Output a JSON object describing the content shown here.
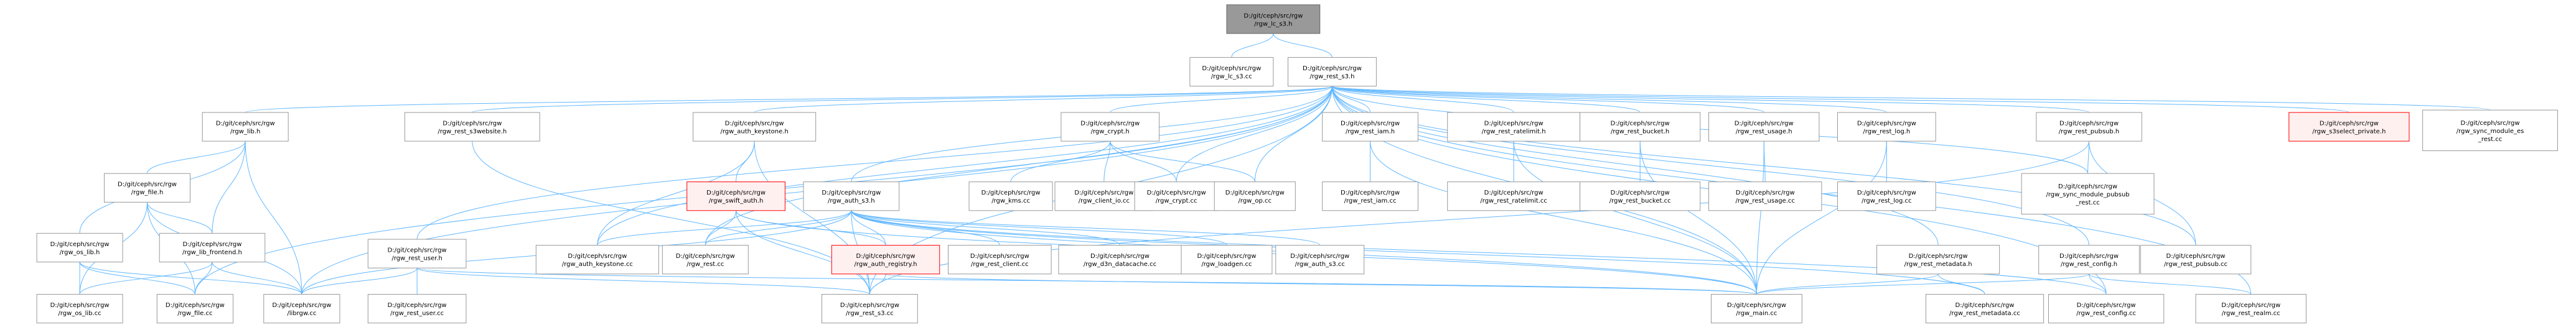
{
  "colors": {
    "edge": "#63b8ff",
    "node_border": "#999999",
    "node_fill": "#ffffff",
    "root_fill": "#999999",
    "root_border": "#666666",
    "highlight_border": "#ff0000",
    "highlight_fill": "#fff0f0"
  },
  "nodes": [
    {
      "id": "n0",
      "lines": [
        "D:/git/ceph/src/rgw",
        "/rgw_lc_s3.h"
      ],
      "style": "root"
    },
    {
      "id": "n1",
      "lines": [
        "D:/git/ceph/src/rgw",
        "/rgw_lc_s3.cc"
      ],
      "style": "normal"
    },
    {
      "id": "n2",
      "lines": [
        "D:/git/ceph/src/rgw",
        "/rgw_rest_s3.h"
      ],
      "style": "normal"
    },
    {
      "id": "n3",
      "lines": [
        "D:/git/ceph/src/rgw",
        "/rgw_lib.h"
      ],
      "style": "normal"
    },
    {
      "id": "n4",
      "lines": [
        "D:/git/ceph/src/rgw",
        "/rgw_rest_s3website.h"
      ],
      "style": "normal"
    },
    {
      "id": "n5",
      "lines": [
        "D:/git/ceph/src/rgw",
        "/rgw_auth_keystone.h"
      ],
      "style": "normal"
    },
    {
      "id": "n6",
      "lines": [
        "D:/git/ceph/src/rgw",
        "/rgw_crypt.h"
      ],
      "style": "normal"
    },
    {
      "id": "n7",
      "lines": [
        "D:/git/ceph/src/rgw",
        "/rgw_rest_iam.h"
      ],
      "style": "normal"
    },
    {
      "id": "n8",
      "lines": [
        "D:/git/ceph/src/rgw",
        "/rgw_rest_ratelimit.h"
      ],
      "style": "normal"
    },
    {
      "id": "n9",
      "lines": [
        "D:/git/ceph/src/rgw",
        "/rgw_rest_bucket.h"
      ],
      "style": "normal"
    },
    {
      "id": "n10",
      "lines": [
        "D:/git/ceph/src/rgw",
        "/rgw_rest_usage.h"
      ],
      "style": "normal"
    },
    {
      "id": "n11",
      "lines": [
        "D:/git/ceph/src/rgw",
        "/rgw_rest_log.h"
      ],
      "style": "normal"
    },
    {
      "id": "n12",
      "lines": [
        "D:/git/ceph/src/rgw",
        "/rgw_rest_pubsub.h"
      ],
      "style": "normal"
    },
    {
      "id": "n13",
      "lines": [
        "D:/git/ceph/src/rgw",
        "/rgw_s3select_private.h"
      ],
      "style": "highlight"
    },
    {
      "id": "n14",
      "lines": [
        "D:/git/ceph/src/rgw",
        "/rgw_sync_module_es",
        "_rest.cc"
      ],
      "style": "normal"
    },
    {
      "id": "n15",
      "lines": [
        "D:/git/ceph/src/rgw",
        "/rgw_file.h"
      ],
      "style": "normal"
    },
    {
      "id": "n16",
      "lines": [
        "D:/git/ceph/src/rgw",
        "/rgw_lib_frontend.h"
      ],
      "style": "normal"
    },
    {
      "id": "n17",
      "lines": [
        "D:/git/ceph/src/rgw",
        "/rgw_os_lib.h"
      ],
      "style": "normal"
    },
    {
      "id": "n18",
      "lines": [
        "D:/git/ceph/src/rgw",
        "/rgw_swift_auth.h"
      ],
      "style": "highlight"
    },
    {
      "id": "n19",
      "lines": [
        "D:/git/ceph/src/rgw",
        "/rgw_auth_s3.h"
      ],
      "style": "normal"
    },
    {
      "id": "n20",
      "lines": [
        "D:/git/ceph/src/rgw",
        "/rgw_kms.cc"
      ],
      "style": "normal"
    },
    {
      "id": "n21",
      "lines": [
        "D:/git/ceph/src/rgw",
        "/rgw_client_io.cc"
      ],
      "style": "normal"
    },
    {
      "id": "n22",
      "lines": [
        "D:/git/ceph/src/rgw",
        "/rgw_crypt.cc"
      ],
      "style": "normal"
    },
    {
      "id": "n23",
      "lines": [
        "D:/git/ceph/src/rgw",
        "/rgw_op.cc"
      ],
      "style": "normal"
    },
    {
      "id": "n24",
      "lines": [
        "D:/git/ceph/src/rgw",
        "/rgw_rest_iam.cc"
      ],
      "style": "normal"
    },
    {
      "id": "n25",
      "lines": [
        "D:/git/ceph/src/rgw",
        "/rgw_rest_ratelimit.cc"
      ],
      "style": "normal"
    },
    {
      "id": "n26",
      "lines": [
        "D:/git/ceph/src/rgw",
        "/rgw_rest_bucket.cc"
      ],
      "style": "normal"
    },
    {
      "id": "n27",
      "lines": [
        "D:/git/ceph/src/rgw",
        "/rgw_rest_usage.cc"
      ],
      "style": "normal"
    },
    {
      "id": "n28",
      "lines": [
        "D:/git/ceph/src/rgw",
        "/rgw_rest_log.cc"
      ],
      "style": "normal"
    },
    {
      "id": "n29",
      "lines": [
        "D:/git/ceph/src/rgw",
        "/rgw_sync_module_pubsub",
        "_rest.cc"
      ],
      "style": "normal"
    },
    {
      "id": "n30",
      "lines": [
        "D:/git/ceph/src/rgw",
        "/rgw_rest_user.h"
      ],
      "style": "normal"
    },
    {
      "id": "n31",
      "lines": [
        "D:/git/ceph/src/rgw",
        "/rgw_auth_keystone.cc"
      ],
      "style": "normal"
    },
    {
      "id": "n32",
      "lines": [
        "D:/git/ceph/src/rgw",
        "/rgw_rest.cc"
      ],
      "style": "normal"
    },
    {
      "id": "n33",
      "lines": [
        "D:/git/ceph/src/rgw",
        "/rgw_auth_registry.h"
      ],
      "style": "highlight"
    },
    {
      "id": "n34",
      "lines": [
        "D:/git/ceph/src/rgw",
        "/rgw_rest_client.cc"
      ],
      "style": "normal"
    },
    {
      "id": "n35",
      "lines": [
        "D:/git/ceph/src/rgw",
        "/rgw_d3n_datacache.cc"
      ],
      "style": "normal"
    },
    {
      "id": "n36",
      "lines": [
        "D:/git/ceph/src/rgw",
        "/rgw_loadgen.cc"
      ],
      "style": "normal"
    },
    {
      "id": "n37",
      "lines": [
        "D:/git/ceph/src/rgw",
        "/rgw_auth_s3.cc"
      ],
      "style": "normal"
    },
    {
      "id": "n38",
      "lines": [
        "D:/git/ceph/src/rgw",
        "/rgw_rest_metadata.h"
      ],
      "style": "normal"
    },
    {
      "id": "n39",
      "lines": [
        "D:/git/ceph/src/rgw",
        "/rgw_rest_config.h"
      ],
      "style": "normal"
    },
    {
      "id": "n40",
      "lines": [
        "D:/git/ceph/src/rgw",
        "/rgw_rest_pubsub.cc"
      ],
      "style": "normal"
    },
    {
      "id": "n41",
      "lines": [
        "D:/git/ceph/src/rgw",
        "/rgw_os_lib.cc"
      ],
      "style": "normal"
    },
    {
      "id": "n42",
      "lines": [
        "D:/git/ceph/src/rgw",
        "/rgw_file.cc"
      ],
      "style": "normal"
    },
    {
      "id": "n43",
      "lines": [
        "D:/git/ceph/src/rgw",
        "/librgw.cc"
      ],
      "style": "normal"
    },
    {
      "id": "n44",
      "lines": [
        "D:/git/ceph/src/rgw",
        "/rgw_rest_user.cc"
      ],
      "style": "normal"
    },
    {
      "id": "n45",
      "lines": [
        "D:/git/ceph/src/rgw",
        "/rgw_rest_s3.cc"
      ],
      "style": "normal"
    },
    {
      "id": "n46",
      "lines": [
        "D:/git/ceph/src/rgw",
        "/rgw_main.cc"
      ],
      "style": "normal"
    },
    {
      "id": "n47",
      "lines": [
        "D:/git/ceph/src/rgw",
        "/rgw_rest_metadata.cc"
      ],
      "style": "normal"
    },
    {
      "id": "n48",
      "lines": [
        "D:/git/ceph/src/rgw",
        "/rgw_rest_config.cc"
      ],
      "style": "normal"
    },
    {
      "id": "n49",
      "lines": [
        "D:/git/ceph/src/rgw",
        "/rgw_rest_realm.cc"
      ],
      "style": "normal"
    }
  ],
  "edges": [
    [
      "n0",
      "n1"
    ],
    [
      "n0",
      "n2"
    ],
    [
      "n2",
      "n3"
    ],
    [
      "n2",
      "n4"
    ],
    [
      "n2",
      "n5"
    ],
    [
      "n2",
      "n6"
    ],
    [
      "n2",
      "n7"
    ],
    [
      "n2",
      "n8"
    ],
    [
      "n2",
      "n9"
    ],
    [
      "n2",
      "n10"
    ],
    [
      "n2",
      "n11"
    ],
    [
      "n2",
      "n12"
    ],
    [
      "n2",
      "n13"
    ],
    [
      "n2",
      "n14"
    ],
    [
      "n2",
      "n19"
    ],
    [
      "n2",
      "n22"
    ],
    [
      "n2",
      "n23"
    ],
    [
      "n2",
      "n29"
    ],
    [
      "n2",
      "n30"
    ],
    [
      "n2",
      "n31"
    ],
    [
      "n2",
      "n32"
    ],
    [
      "n2",
      "n38"
    ],
    [
      "n2",
      "n39"
    ],
    [
      "n2",
      "n40"
    ],
    [
      "n2",
      "n42"
    ],
    [
      "n2",
      "n43"
    ],
    [
      "n2",
      "n45"
    ],
    [
      "n2",
      "n46"
    ],
    [
      "n2",
      "n48"
    ],
    [
      "n2",
      "n49"
    ],
    [
      "n3",
      "n15"
    ],
    [
      "n3",
      "n16"
    ],
    [
      "n3",
      "n17"
    ],
    [
      "n3",
      "n43"
    ],
    [
      "n15",
      "n16"
    ],
    [
      "n15",
      "n41"
    ],
    [
      "n15",
      "n42"
    ],
    [
      "n15",
      "n43"
    ],
    [
      "n16",
      "n41"
    ],
    [
      "n16",
      "n42"
    ],
    [
      "n16",
      "n43"
    ],
    [
      "n17",
      "n41"
    ],
    [
      "n17",
      "n42"
    ],
    [
      "n17",
      "n43"
    ],
    [
      "n4",
      "n45"
    ],
    [
      "n5",
      "n18"
    ],
    [
      "n5",
      "n31"
    ],
    [
      "n5",
      "n45"
    ],
    [
      "n6",
      "n20"
    ],
    [
      "n6",
      "n21"
    ],
    [
      "n6",
      "n22"
    ],
    [
      "n6",
      "n23"
    ],
    [
      "n7",
      "n24"
    ],
    [
      "n7",
      "n46"
    ],
    [
      "n8",
      "n25"
    ],
    [
      "n8",
      "n46"
    ],
    [
      "n9",
      "n26"
    ],
    [
      "n9",
      "n46"
    ],
    [
      "n10",
      "n27"
    ],
    [
      "n10",
      "n46"
    ],
    [
      "n11",
      "n28"
    ],
    [
      "n11",
      "n46"
    ],
    [
      "n12",
      "n29"
    ],
    [
      "n12",
      "n40"
    ],
    [
      "n12",
      "n45"
    ],
    [
      "n18",
      "n32"
    ],
    [
      "n18",
      "n33"
    ],
    [
      "n18",
      "n45"
    ],
    [
      "n18",
      "n46"
    ],
    [
      "n19",
      "n31"
    ],
    [
      "n19",
      "n32"
    ],
    [
      "n19",
      "n33"
    ],
    [
      "n19",
      "n34"
    ],
    [
      "n19",
      "n35"
    ],
    [
      "n19",
      "n36"
    ],
    [
      "n19",
      "n37"
    ],
    [
      "n19",
      "n43"
    ],
    [
      "n19",
      "n45"
    ],
    [
      "n19",
      "n46"
    ],
    [
      "n19",
      "n47"
    ],
    [
      "n19",
      "n48"
    ],
    [
      "n33",
      "n45"
    ],
    [
      "n33",
      "n46"
    ],
    [
      "n30",
      "n43"
    ],
    [
      "n30",
      "n44"
    ],
    [
      "n30",
      "n45"
    ],
    [
      "n30",
      "n46"
    ],
    [
      "n38",
      "n46"
    ],
    [
      "n38",
      "n47"
    ],
    [
      "n39",
      "n46"
    ],
    [
      "n39",
      "n48"
    ],
    [
      "n39",
      "n49"
    ]
  ]
}
